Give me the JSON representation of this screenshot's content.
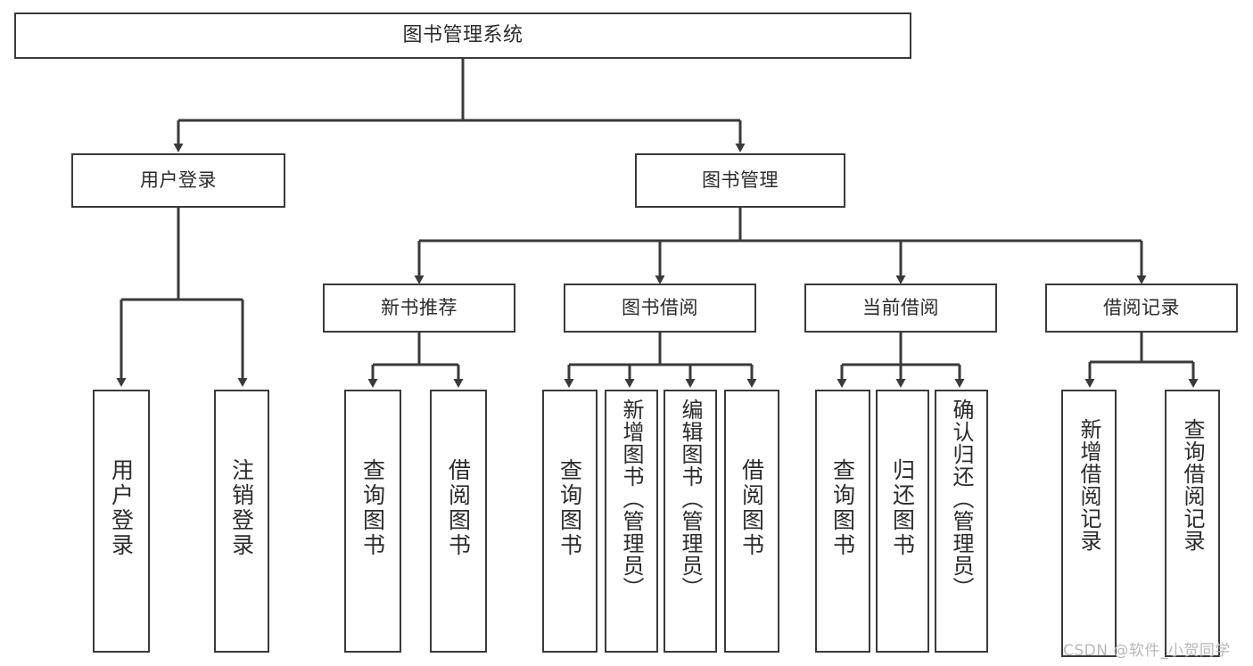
{
  "diagram": {
    "title": "图书管理系统",
    "type": "hierarchy-tree",
    "root": {
      "label": "图书管理系统"
    },
    "level1": [
      {
        "label": "用户登录"
      },
      {
        "label": "图书管理"
      }
    ],
    "level2": [
      {
        "label": "新书推荐"
      },
      {
        "label": "图书借阅"
      },
      {
        "label": "当前借阅"
      },
      {
        "label": "借阅记录"
      }
    ],
    "leaves": {
      "user_login": [
        {
          "label": "用户登录"
        },
        {
          "label": "注销登录"
        }
      ],
      "new_book_recommend": [
        {
          "label": "查询图书"
        },
        {
          "label": "借阅图书"
        }
      ],
      "book_borrow": [
        {
          "label": "查询图书"
        },
        {
          "label": "新增图书（管理员）"
        },
        {
          "label": "编辑图书（管理员）"
        },
        {
          "label": "借阅图书"
        }
      ],
      "current_borrow": [
        {
          "label": "查询图书"
        },
        {
          "label": "归还图书"
        },
        {
          "label": "确认归还（管理员）"
        }
      ],
      "borrow_record": [
        {
          "label": "新增借阅记录"
        },
        {
          "label": "查询借阅记录"
        }
      ]
    }
  },
  "watermark": {
    "text": "CSDN @软件_小贺同学"
  },
  "colors": {
    "border": "#3a3a3a",
    "text": "#2b2b2b",
    "background": "#ffffff",
    "watermark": "#b9b9b9"
  }
}
